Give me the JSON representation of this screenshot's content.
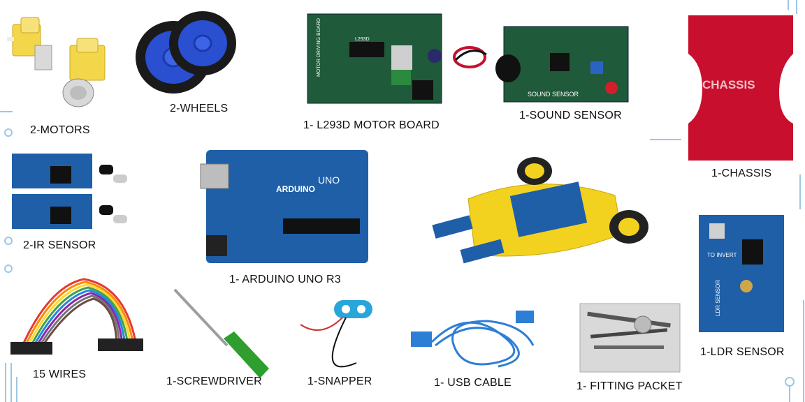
{
  "labels": {
    "motors": "2-MOTORS",
    "wheels": "2-WHEELS",
    "motor_board": "1- L293D MOTOR BOARD",
    "sound_sensor": "1-SOUND SENSOR",
    "chassis": "1-CHASSIS",
    "ir_sensor": "2-IR SENSOR",
    "arduino": "1- ARDUINO UNO R3",
    "wires": "15 WIRES",
    "screwdriver": "1-SCREWDRIVER",
    "snapper": "1-SNAPPER",
    "usb_cable": "1- USB CABLE",
    "fitting_packet": "1- FITTING PACKET",
    "ldr_sensor": "1-LDR SENSOR"
  },
  "printed": {
    "chassis_text": "CHASSIS",
    "arduino_brand": "ARDUINO",
    "arduino_model": "UNO",
    "sound_board_text": "SOUND SENSOR",
    "motor_board_text": "MOTOR DRIVING BOARD",
    "motor_chip": "L293D",
    "ldr_text1": "TO INVERT",
    "ldr_text2": "LDR SENSOR"
  },
  "colors": {
    "pcb_green": "#1f5a3a",
    "pcb_blue": "#1e5fa8",
    "chassis_red": "#c8102e",
    "wheel_blue": "#2a4fd0",
    "motor_yellow": "#f3d64a",
    "circuit_blue": "#7fb6d9"
  }
}
